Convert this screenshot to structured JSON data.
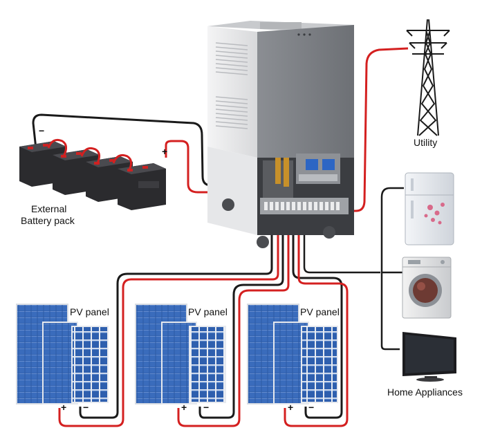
{
  "labels": {
    "battery_line1": "External",
    "battery_line2": "Battery pack",
    "utility": "Utility",
    "appliances": "Home Appliances",
    "pv_panel_1": "PV panel",
    "pv_panel_2": "PV panel",
    "pv_panel_3": "PV panel"
  },
  "polarity": {
    "plus": "+",
    "minus": "−"
  },
  "colors": {
    "positive_wire": "#d42020",
    "negative_wire": "#1a1a1a",
    "panel_blue": "#2f5fa8",
    "cabinet_gray": "#7a7d82"
  },
  "icons": [
    "battery-icon",
    "inverter-cabinet-icon",
    "transmission-tower-icon",
    "refrigerator-icon",
    "washing-machine-icon",
    "television-icon",
    "solar-panel-icon"
  ]
}
